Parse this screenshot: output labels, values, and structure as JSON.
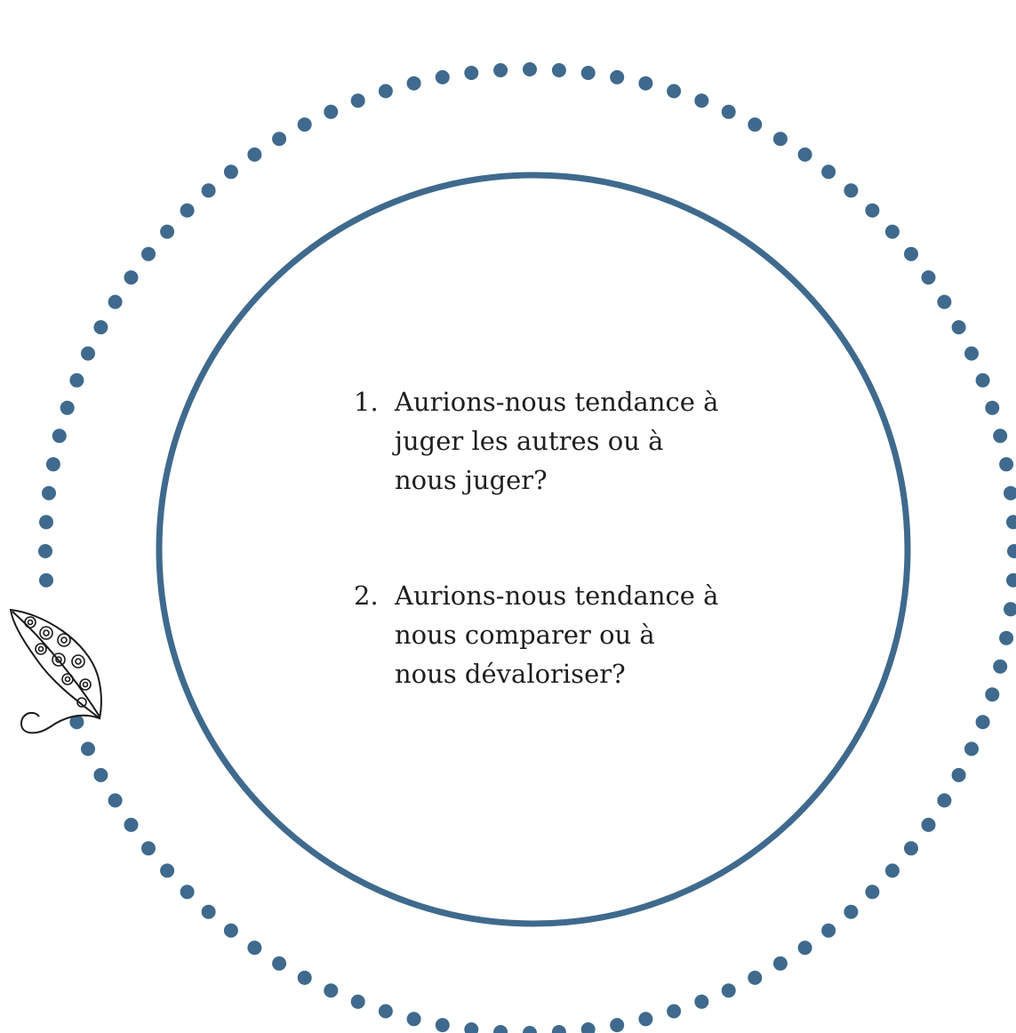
{
  "colors": {
    "ring": "#3f6a8d",
    "dots": "#3f6a8d",
    "text": "#1f1f1f",
    "feather": "#1a1a1a"
  },
  "decoration": {
    "feather_icon": "feather-pen-icon"
  },
  "questions": [
    {
      "number": "1.",
      "text": "Aurions-nous tendance à juger les autres ou à nous juger?"
    },
    {
      "number": "2.",
      "text": "Aurions-nous tendance à nous comparer ou à nous dévaloriser?"
    }
  ]
}
